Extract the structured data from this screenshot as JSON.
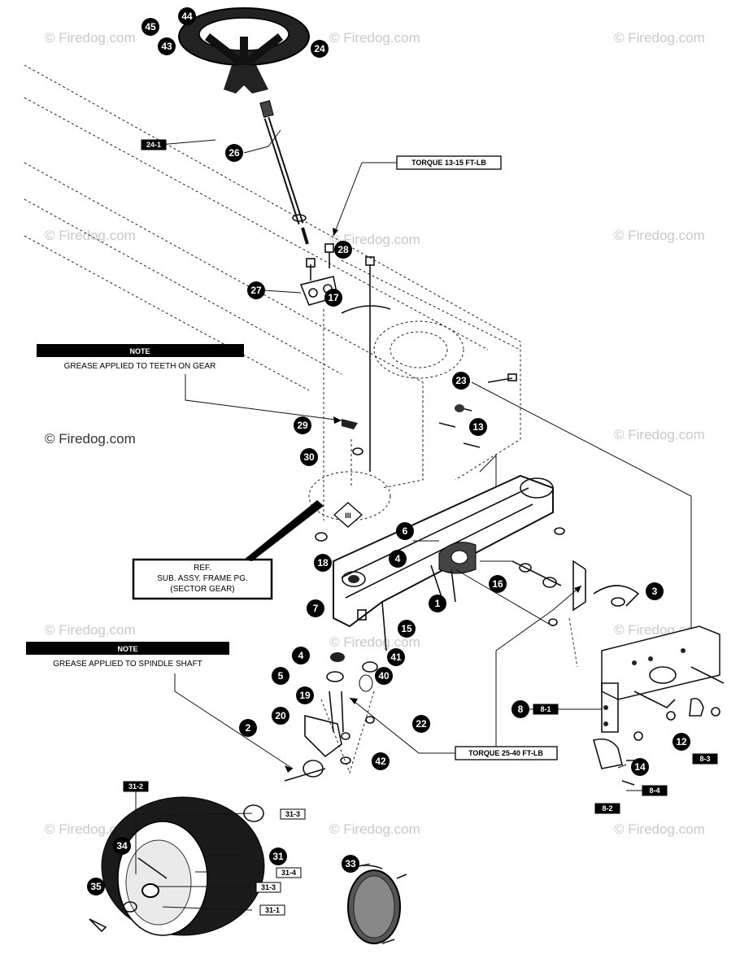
{
  "watermark": "© Firedog.com",
  "notes": [
    {
      "header": "NOTE",
      "text": "GREASE APPLIED TO TEETH ON GEAR"
    },
    {
      "header": "NOTE",
      "text": "GREASE APPLIED TO SPINDLE SHAFT"
    }
  ],
  "torque_labels": [
    "TORQUE 13-15 FT-LB",
    "TORQUE 25-40 FT-LB"
  ],
  "ref_box": [
    "REF.",
    "SUB. ASSY. FRAME PG.",
    "(SECTOR GEAR)"
  ],
  "callouts": [
    "44",
    "45",
    "43",
    "24",
    "26",
    "28",
    "27",
    "17",
    "23",
    "13",
    "29",
    "30",
    "6",
    "18",
    "4",
    "16",
    "3",
    "7",
    "1",
    "15",
    "4",
    "41",
    "5",
    "40",
    "19",
    "20",
    "22",
    "2",
    "42",
    "8",
    "12",
    "14",
    "31",
    "34",
    "35",
    "33"
  ],
  "sub_labels": [
    "24-1",
    "8-1",
    "8-3",
    "8-4",
    "8-2",
    "31-2",
    "31-3",
    "31-4",
    "31-3",
    "31-1"
  ]
}
